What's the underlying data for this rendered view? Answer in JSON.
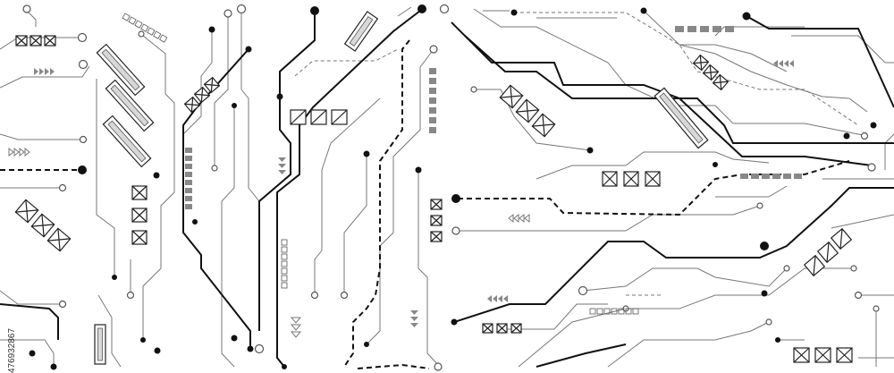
{
  "image": {
    "stock_id": "476932867",
    "colors": {
      "background": "#ffffff",
      "trace_dark": "#111111",
      "trace_light": "#777777",
      "block_gray": "#888888"
    }
  },
  "elements": [
    "circuit-traces",
    "via-dots",
    "chip-components",
    "crossed-square-arrays",
    "chevron-markers",
    "dashed-bars"
  ]
}
